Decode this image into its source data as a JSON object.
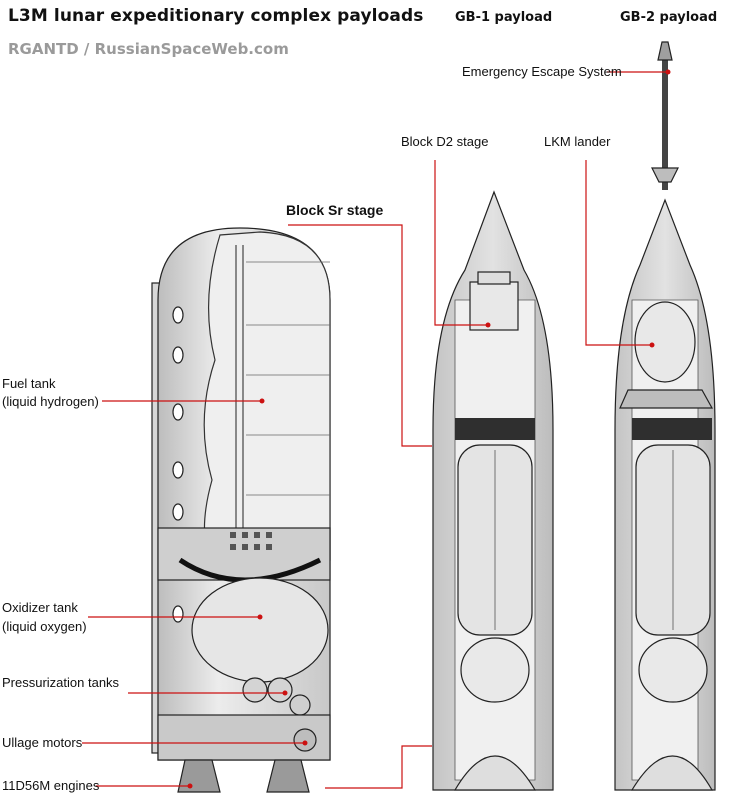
{
  "header": {
    "title": "L3M lunar expeditionary complex payloads",
    "credit": "RGANTD / RussianSpaceWeb.com"
  },
  "payload_titles": {
    "gb1": "GB-1 payload",
    "gb2": "GB-2 payload"
  },
  "labels": {
    "ess": "Emergency Escape System",
    "block_d2": "Block D2 stage",
    "lkm": "LKM lander",
    "block_sr": "Block Sr stage",
    "fuel_line1": "Fuel tank",
    "fuel_line2": "(liquid hydrogen)",
    "oxid_line1": "Oxidizer tank",
    "oxid_line2": "(liquid oxygen)",
    "press": "Pressurization tanks",
    "ullage": "Ullage motors",
    "engines": "11D56M engines"
  },
  "colors": {
    "leader": "#cc1111",
    "ink": "#222222",
    "fill": "#dcdcdc",
    "shade": "#b9b9b9",
    "dark": "#3a3a3a"
  }
}
